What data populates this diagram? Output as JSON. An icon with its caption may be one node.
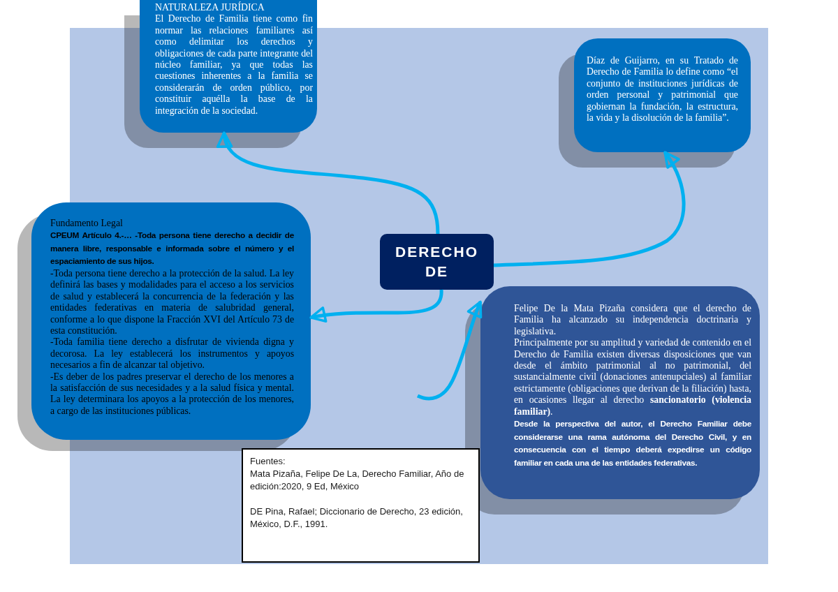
{
  "diagram": {
    "nodes": [
      {
        "text": [
          "NATURALEZA JURÍDICA",
          "El Derecho de Familia tiene como fin normar las relaciones familiares así como delimitar los derechos y obligaciones de cada parte integrante del núcleo familiar, ya que todas las cuestiones inherentes a la familia se considerarán de orden público, por constituir aquélla la base de la integración de la sociedad."
        ]
      },
      {
        "text": [
          "Díaz de Guijarro, en su Tratado de Derecho de Familia lo define como “el conjunto de instituciones jurídicas de orden personal y patrimonial que gobiernan la fundación, la estructura, la vida y la disolución de la familia”."
        ]
      },
      {
        "text": [
          "Fundamento Legal",
          "CPEUM Artículo 4.-… -Toda persona tiene derecho a decidir de manera libre, responsable e informada sobre el número y el espaciamiento de sus hijos.",
          "-Toda persona tiene derecho a la protección de la salud. La ley definirá las bases y modalidades para el acceso a los servicios de salud y establecerá la concurrencia de la federación y las entidades federativas en materia de salubridad general, conforme a lo que dispone la Fracción XVI del Artículo 73 de esta constitución.",
          "-Toda familia tiene derecho a disfrutar de vivienda digna y decorosa. La ley establecerá los instrumentos y apoyos necesarios a fin de alcanzar tal objetivo.",
          "-Es deber de los padres preservar el derecho de los menores a la satisfacción de sus necesidades y a la salud física y mental. La ley determinara los apoyos a la protección de los menores, a cargo de las instituciones públicas."
        ]
      },
      {
        "text": [
          "DERECHO DE"
        ]
      },
      {
        "text": [
          "Felipe De la Mata Pizaña considera que el derecho de Familia ha alcanzado su independencia doctrinaria y legislativa.",
          "Principalmente por su amplitud y variedad de contenido en el Derecho de Familia existen diversas disposiciones que van desde el ámbito patrimonial al no patrimonial, del sustancialmente civil (donaciones antenupciales) al familiar estrictamente (obligaciones que derivan de la filiación) hasta, en ocasiones llegar al derecho **sancionatorio (violencia familiar)**.",
          "Desde la perspectiva del autor, el Derecho Familiar debe considerarse una rama autónoma del Derecho Civil, y en consecuencia con el tiempo deberá expedirse un código familiar en cada una de las entidades federativas."
        ]
      },
      {
        "text": [
          "Fuentes:",
          "Mata Pizaña, Felipe De La, Derecho Familiar, Año de edición:2020, 9 Ed, México",
          "DE Pina, Rafael; Diccionario de Derecho, 23 edición, México, D.F., 1991."
        ]
      }
    ],
    "edges": [
      {
        "from": 3,
        "to": 0,
        "arrow": "to"
      },
      {
        "from": 3,
        "to": 1,
        "arrow": "to"
      },
      {
        "from": 3,
        "to": 2,
        "arrow": "to"
      },
      {
        "from": null,
        "to": 4,
        "arrow": "to"
      }
    ]
  }
}
